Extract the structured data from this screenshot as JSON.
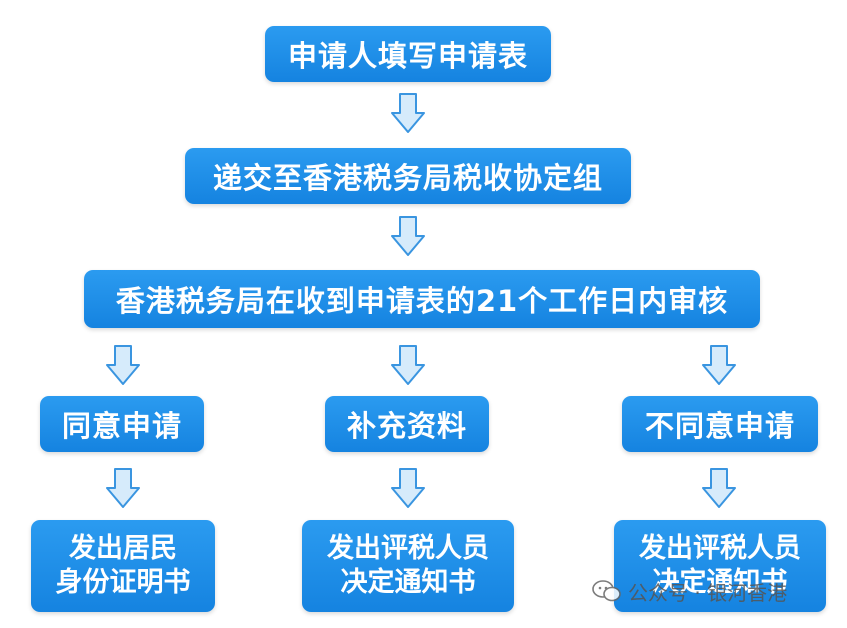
{
  "nodes": {
    "step1": "申请人填写申请表",
    "step2": "递交至香港税务局税收协定组",
    "step3": "香港税务局在收到申请表的21个工作日内审核",
    "agree": "同意申请",
    "supplement": "补充资料",
    "disagree": "不同意申请",
    "out_agree_line1": "发出居民",
    "out_agree_line2": "身份证明书",
    "out_supp_line1": "发出评税人员",
    "out_supp_line2": "决定通知书",
    "out_dis_line1": "发出评税人员",
    "out_dis_line2": "决定通知书"
  },
  "watermark": {
    "text": "公众号 · 银河香港"
  },
  "colors": {
    "box": "#1a8ae8",
    "arrow_fill": "#d6ebfb",
    "arrow_stroke": "#3a95e0",
    "text": "#ffffff"
  }
}
